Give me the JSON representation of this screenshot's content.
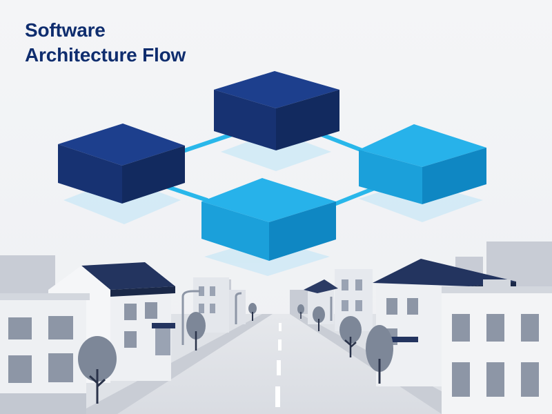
{
  "title": {
    "line1": "Software",
    "line2": "Architecture Flow"
  },
  "diagram": {
    "nodes": [
      {
        "id": "top",
        "color": "top-color"
      },
      {
        "id": "left",
        "color": "left-color"
      },
      {
        "id": "right",
        "color": "right-color"
      },
      {
        "id": "bottom",
        "color": "bottom-color"
      }
    ],
    "connections": [
      {
        "from": "left",
        "to": "top"
      },
      {
        "from": "top",
        "to": "right"
      },
      {
        "from": "left",
        "to": "bottom"
      },
      {
        "from": "bottom",
        "to": "right"
      }
    ]
  },
  "colors": {
    "title": "#0f2d6e",
    "dark_node": "#1a3a86",
    "light_node": "#1aa6e3",
    "connector": "#29b7ea",
    "shadow": "#cfe9f6",
    "buildings": "#8d96a6"
  },
  "scene": {
    "background": "street-with-buildings"
  }
}
